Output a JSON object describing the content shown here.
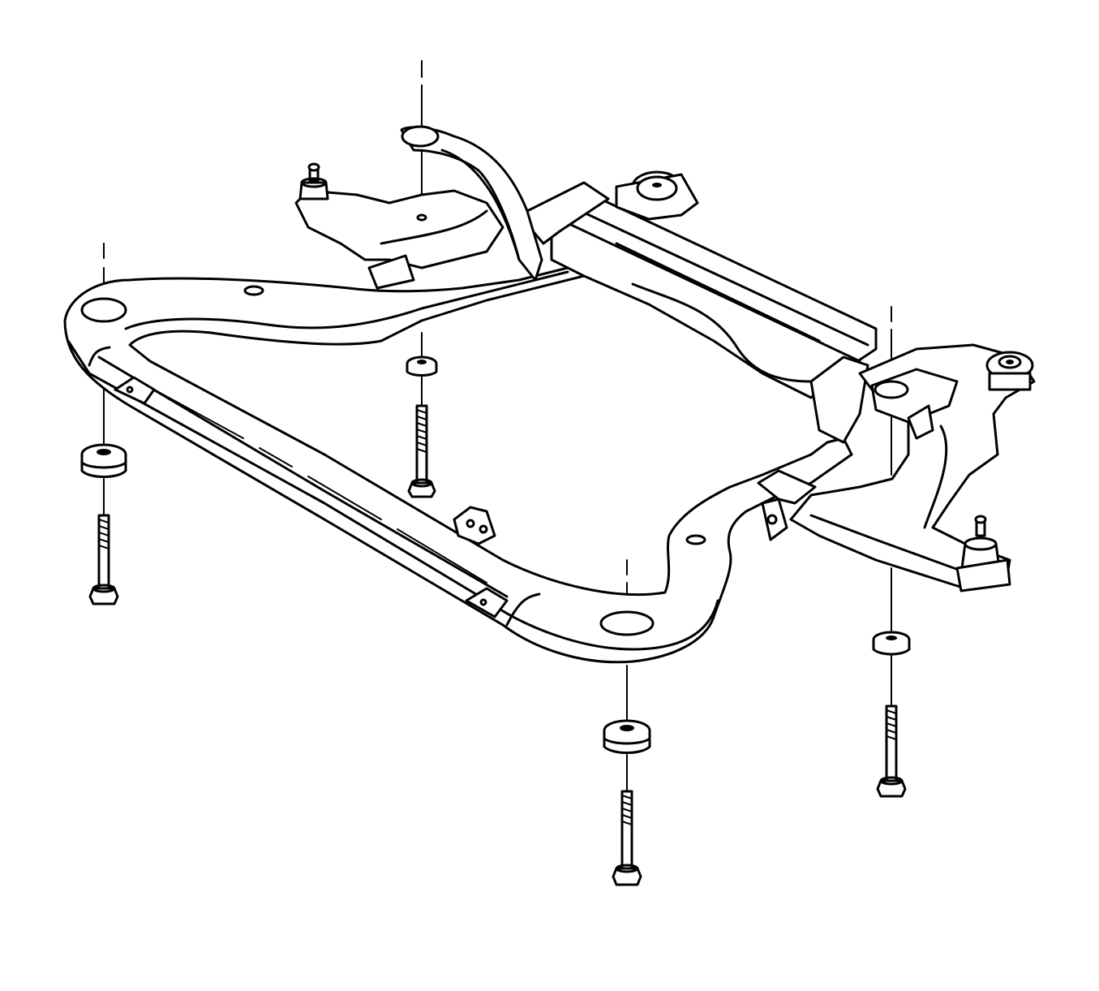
{
  "diagram": {
    "subject": "front-suspension-crossmember-exploded-view",
    "line_color": "#000000",
    "background_color": "#ffffff",
    "mount_points": [
      {
        "id": "front-left-mount",
        "has_insulator": true,
        "has_bolt": true
      },
      {
        "id": "rear-left-mount",
        "has_insulator": true,
        "has_bolt": true
      },
      {
        "id": "front-right-mount",
        "has_insulator": true,
        "has_bolt": true
      },
      {
        "id": "rear-right-mount",
        "has_insulator": true,
        "has_bolt": true
      }
    ]
  }
}
